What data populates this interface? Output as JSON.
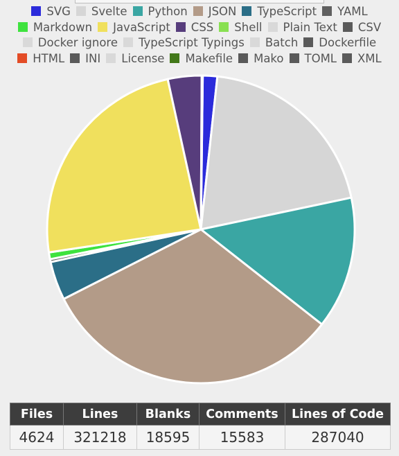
{
  "chart_data": {
    "type": "pie",
    "legend_position": "top",
    "legend": [
      {
        "label": "SVG",
        "color": "#2b2bdb"
      },
      {
        "label": "Svelte",
        "color": "#d6d6d6"
      },
      {
        "label": "Python",
        "color": "#3aa6a3"
      },
      {
        "label": "JSON",
        "color": "#b39b88"
      },
      {
        "label": "TypeScript",
        "color": "#2b6e87"
      },
      {
        "label": "YAML",
        "color": "#606060"
      },
      {
        "label": "Markdown",
        "color": "#3ee23e"
      },
      {
        "label": "JavaScript",
        "color": "#f0e05d"
      },
      {
        "label": "CSS",
        "color": "#573d7c"
      },
      {
        "label": "Shell",
        "color": "#89e052"
      },
      {
        "label": "Plain Text",
        "color": "#d9d9d9"
      },
      {
        "label": "CSV",
        "color": "#5a5a5a"
      },
      {
        "label": "Docker ignore",
        "color": "#d9d9d9"
      },
      {
        "label": "TypeScript Typings",
        "color": "#d9d9d9"
      },
      {
        "label": "Batch",
        "color": "#d9d9d9"
      },
      {
        "label": "Dockerfile",
        "color": "#5a5a5a"
      },
      {
        "label": "HTML",
        "color": "#e34c26"
      },
      {
        "label": "INI",
        "color": "#5a5a5a"
      },
      {
        "label": "License",
        "color": "#d9d9d9"
      },
      {
        "label": "Makefile",
        "color": "#427819"
      },
      {
        "label": "Mako",
        "color": "#5a5a5a"
      },
      {
        "label": "TOML",
        "color": "#5a5a5a"
      },
      {
        "label": "XML",
        "color": "#5a5a5a"
      }
    ],
    "slices": [
      {
        "label": "SVG",
        "value": 1.5,
        "color": "#2b2bdb"
      },
      {
        "label": "Svelte",
        "value": 19.7,
        "color": "#d6d6d6"
      },
      {
        "label": "Python",
        "value": 13.7,
        "color": "#3aa6a3"
      },
      {
        "label": "JSON",
        "value": 31.5,
        "color": "#b39b88"
      },
      {
        "label": "TypeScript",
        "value": 4.0,
        "color": "#2b6e87"
      },
      {
        "label": "YAML",
        "value": 0.3,
        "color": "#606060"
      },
      {
        "label": "Markdown",
        "value": 0.7,
        "color": "#3ee23e"
      },
      {
        "label": "JavaScript",
        "value": 23.6,
        "color": "#f0e05d"
      },
      {
        "label": "CSS",
        "value": 3.5,
        "color": "#573d7c"
      },
      {
        "label": "Shell",
        "value": 0.05,
        "color": "#89e052"
      },
      {
        "label": "Plain Text",
        "value": 0.05,
        "color": "#d9d9d9"
      }
    ]
  },
  "stats": {
    "headers": [
      "Files",
      "Lines",
      "Blanks",
      "Comments",
      "Lines of Code"
    ],
    "values": [
      "4624",
      "321218",
      "18595",
      "15583",
      "287040"
    ]
  }
}
